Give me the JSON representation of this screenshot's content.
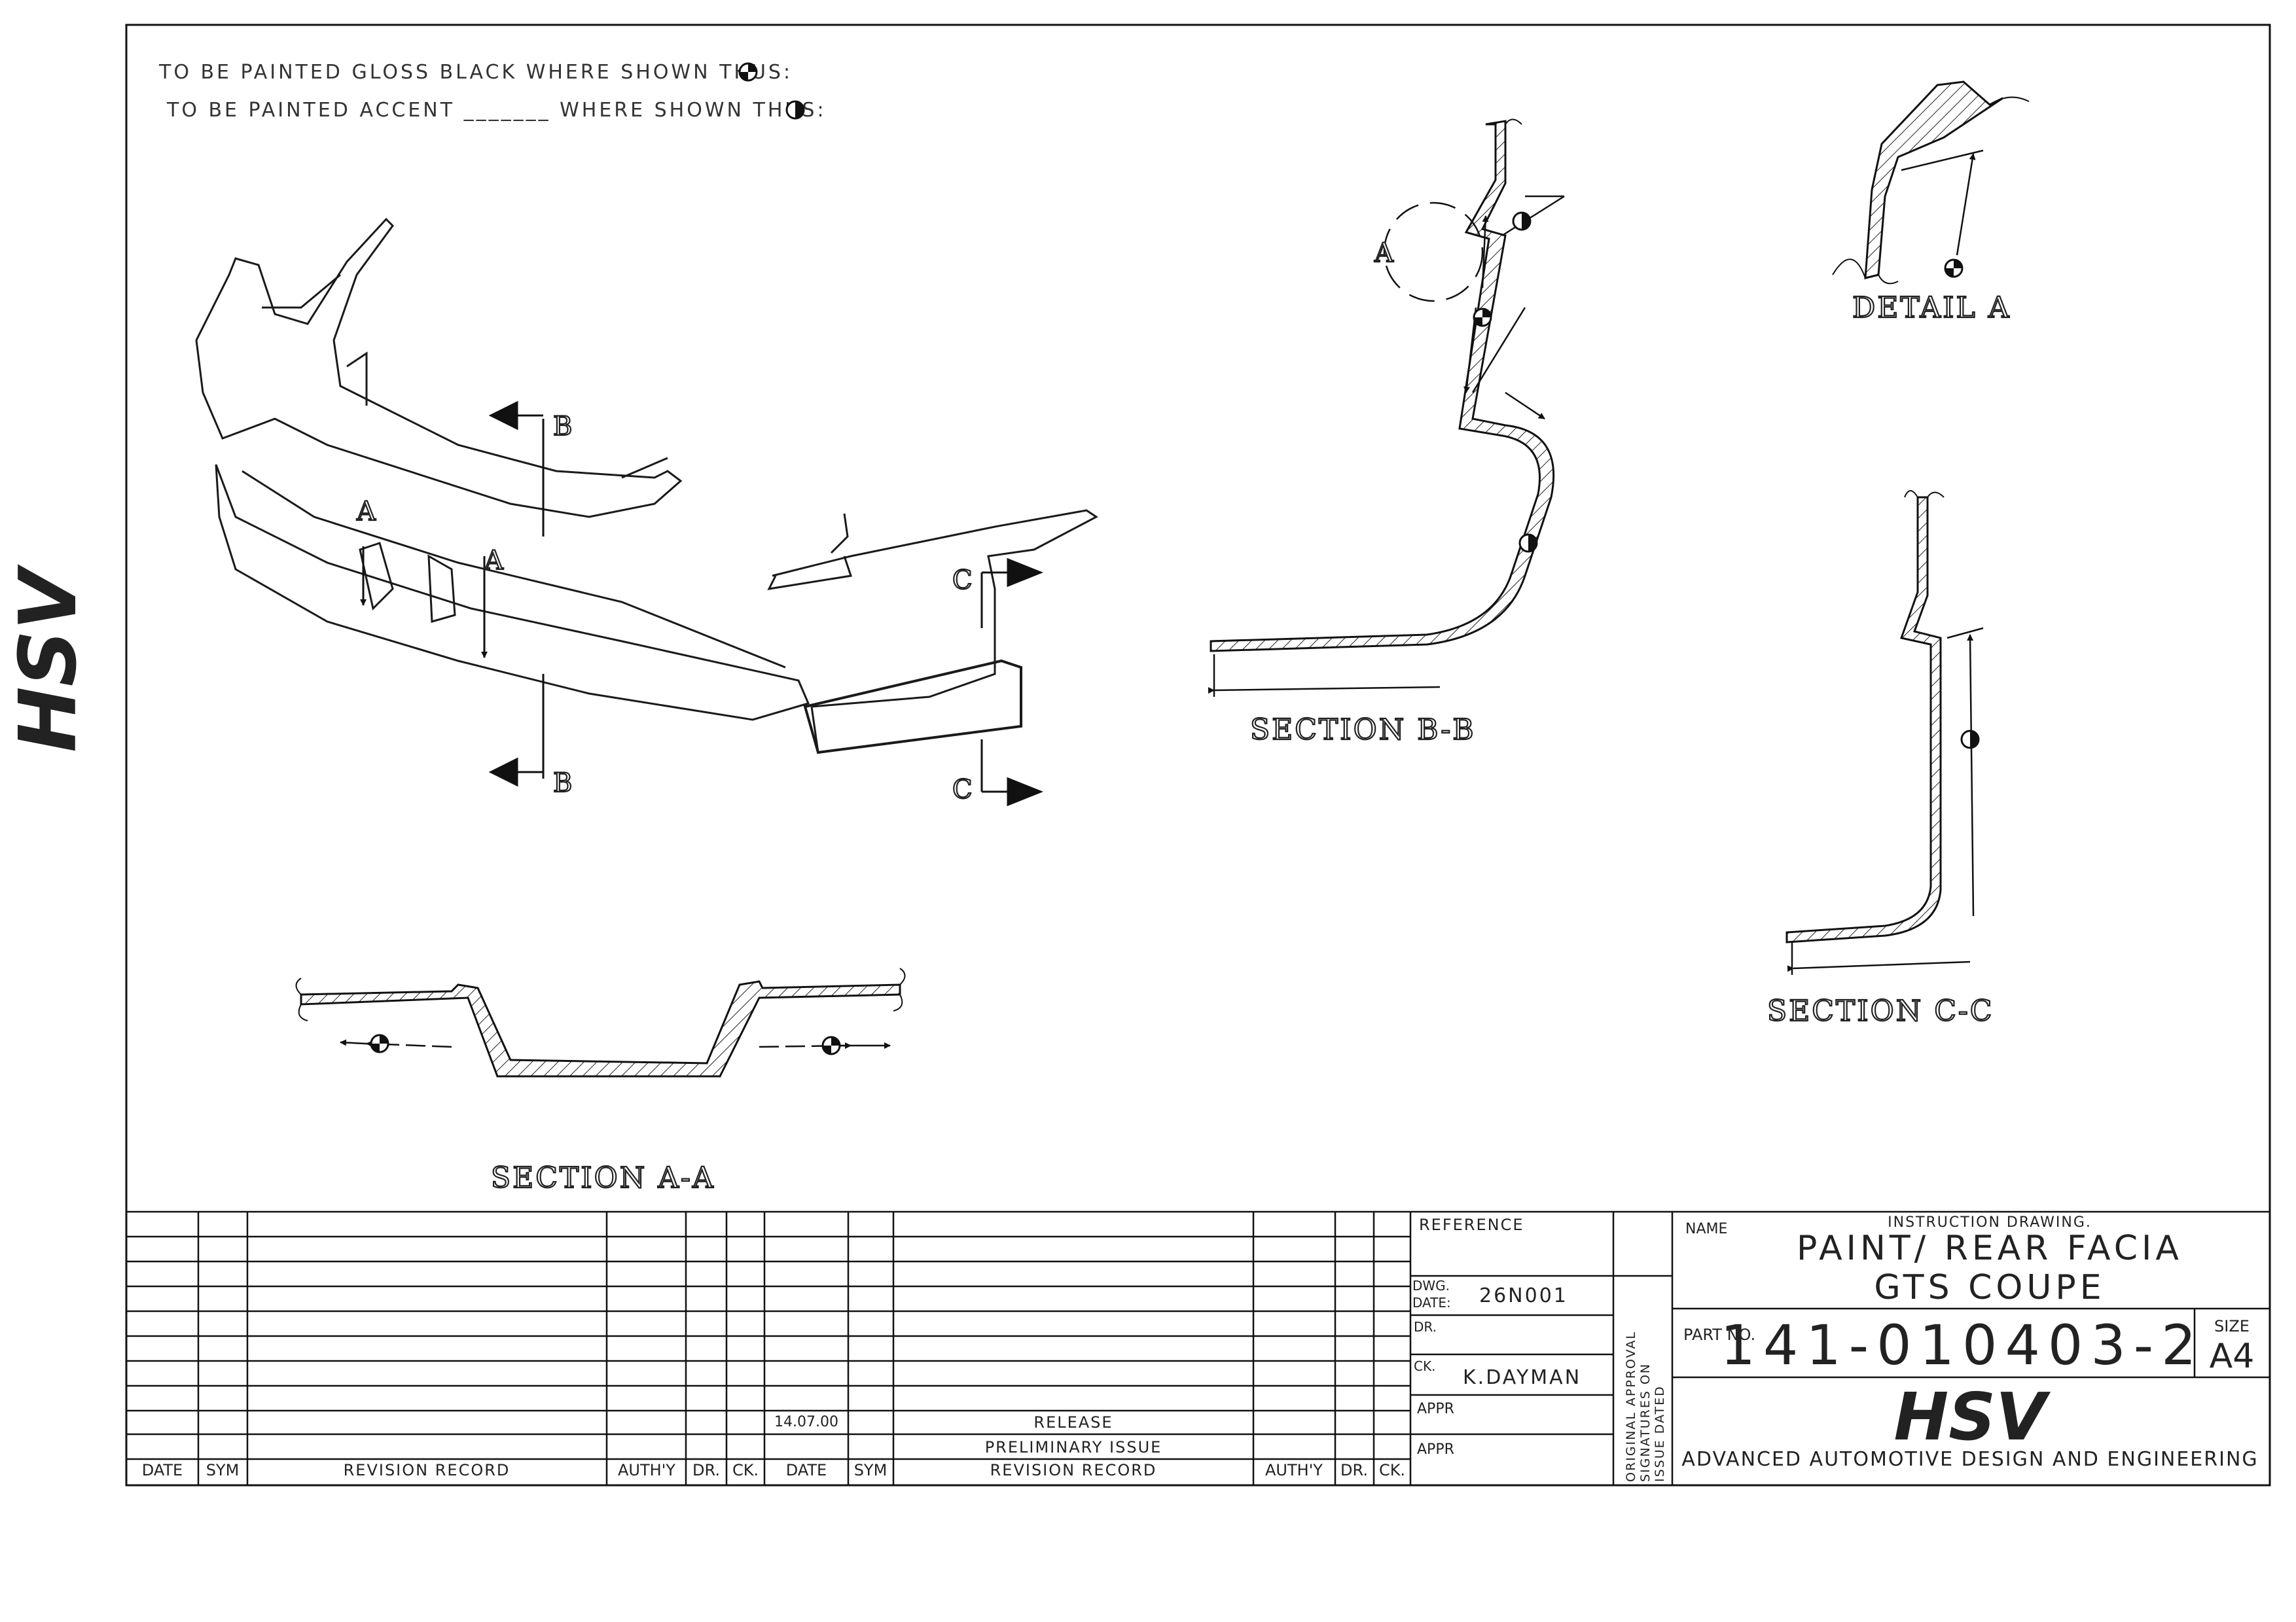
{
  "notes": {
    "gloss_black": "TO BE PAINTED GLOSS BLACK WHERE SHOWN THUS:",
    "accent": "TO BE PAINTED ACCENT _______ WHERE SHOWN THUS:"
  },
  "section_letters": {
    "a": "A",
    "b": "B",
    "c": "C"
  },
  "view_labels": {
    "detail_a": "DETAIL  A",
    "section_bb": "SECTION  B-B",
    "section_cc": "SECTION  C-C",
    "section_aa": "SECTION  A-A"
  },
  "revision_table": {
    "headers": [
      "DATE",
      "SYM",
      "REVISION RECORD",
      "AUTH'Y",
      "DR.",
      "CK."
    ],
    "entries": [
      {
        "date": "14.07.00",
        "record": "RELEASE"
      },
      {
        "date": "",
        "record": "PRELIMINARY ISSUE"
      }
    ]
  },
  "title_block": {
    "reference_label": "REFERENCE",
    "dwg_date_label_1": "DWG.",
    "dwg_date_label_2": "DATE:",
    "dwg_date_value": "26N001",
    "dr_label": "DR.",
    "ck_label": "CK.",
    "ck_value": "K.DAYMAN",
    "appr_label": "APPR",
    "approval_note": [
      "ORIGINAL APPROVAL",
      "SIGNATURES ON",
      "ISSUE DATED"
    ],
    "name_label": "NAME",
    "name_caption": "INSTRUCTION DRAWING.",
    "name_line1": "PAINT/ REAR FACIA",
    "name_line2": "GTS COUPE",
    "part_no_label": "PART NO.",
    "part_no_value": "141-010403-2",
    "size_label": "SIZE",
    "size_value": "A4",
    "company_tagline": "ADVANCED AUTOMOTIVE DESIGN AND ENGINEERING",
    "logo_text": "HSV"
  }
}
